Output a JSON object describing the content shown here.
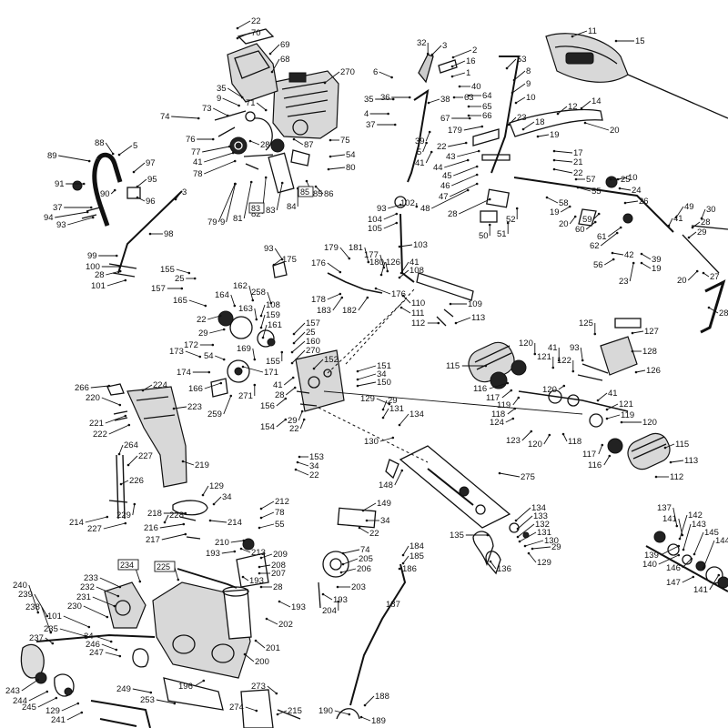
{
  "diagram": {
    "labels_top_engine": [
      "22",
      "70",
      "69",
      "68",
      "270",
      "35",
      "9",
      "73",
      "74",
      "76",
      "77",
      "41",
      "78",
      "71",
      "28",
      "87",
      "75",
      "54",
      "80",
      "79",
      "9",
      "81",
      "82",
      "83",
      "84",
      "85",
      "86"
    ],
    "labels_handle": [
      "88",
      "5",
      "89",
      "91",
      "97",
      "95",
      "90",
      "96",
      "94",
      "37",
      "93",
      "3",
      "98",
      "99",
      "100",
      "28",
      "101"
    ],
    "labels_controls_top": [
      "32",
      "3",
      "2",
      "16",
      "1",
      "6",
      "35",
      "36",
      "4",
      "37",
      "38",
      "39",
      "5",
      "41",
      "40",
      "63",
      "64",
      "65",
      "66",
      "67",
      "179",
      "22",
      "43",
      "44",
      "45",
      "46",
      "47",
      "48",
      "28",
      "50",
      "51",
      "52",
      "53",
      "8",
      "9",
      "10",
      "23",
      "18",
      "19",
      "20",
      "14",
      "12",
      "11",
      "15",
      "17",
      "21",
      "22",
      "57",
      "58",
      "55",
      "25",
      "24",
      "19",
      "20",
      "59",
      "60",
      "61",
      "62",
      "26",
      "10",
      "23",
      "56",
      "42",
      "39",
      "19",
      "20",
      "41",
      "49",
      "28",
      "29",
      "30",
      "27",
      "28",
      "64"
    ],
    "labels_center": [
      "93",
      "175",
      "179",
      "181",
      "177",
      "176",
      "180",
      "126",
      "41",
      "108",
      "183",
      "182",
      "178",
      "176",
      "110",
      "111",
      "109",
      "112",
      "113",
      "104",
      "105",
      "103",
      "93",
      "102",
      "155",
      "25",
      "157",
      "165",
      "164",
      "162",
      "22",
      "29",
      "163",
      "258",
      "108",
      "159",
      "161",
      "157",
      "25",
      "160",
      "155",
      "270",
      "172",
      "173",
      "174",
      "169",
      "54",
      "166",
      "171",
      "259",
      "271",
      "152",
      "151",
      "34",
      "150",
      "41",
      "28",
      "156",
      "29",
      "22",
      "154",
      "153",
      "34",
      "22",
      "129",
      "29",
      "131",
      "134",
      "130",
      "148",
      "275"
    ],
    "labels_right": [
      "125",
      "127",
      "128",
      "126",
      "120",
      "41",
      "93",
      "121",
      "122",
      "115",
      "116",
      "117",
      "119",
      "118",
      "124",
      "120",
      "41",
      "121",
      "119",
      "120",
      "123",
      "120",
      "118",
      "117",
      "116",
      "115",
      "113",
      "112"
    ],
    "labels_chute": [
      "266",
      "224",
      "220",
      "223",
      "221",
      "222",
      "219",
      "264",
      "227",
      "228",
      "226",
      "214",
      "227",
      "229",
      "212",
      "78",
      "55",
      "214",
      "34",
      "129",
      "218",
      "216",
      "217",
      "210",
      "193",
      "213",
      "209",
      "208",
      "207",
      "193",
      "28",
      "74",
      "205",
      "206",
      "204",
      "203",
      "193",
      "193",
      "202",
      "201",
      "200",
      "149",
      "34",
      "22"
    ],
    "labels_bottom_left": [
      "240",
      "239",
      "238",
      "233",
      "232",
      "231",
      "230",
      "101",
      "235",
      "237",
      "34",
      "246",
      "247",
      "243",
      "244",
      "245",
      "129",
      "241",
      "234",
      "225",
      "196",
      "249",
      "253",
      "273",
      "274",
      "215",
      "190",
      "188",
      "189"
    ],
    "labels_bottom_right": [
      "137",
      "141",
      "142",
      "143",
      "145",
      "144",
      "139",
      "140",
      "146",
      "147",
      "141",
      "134",
      "133",
      "132",
      "131",
      "130",
      "29",
      "129",
      "135",
      "136",
      "184",
      "185",
      "186",
      "187"
    ],
    "boxed_labels": [
      "83",
      "85",
      "234",
      "225"
    ]
  }
}
